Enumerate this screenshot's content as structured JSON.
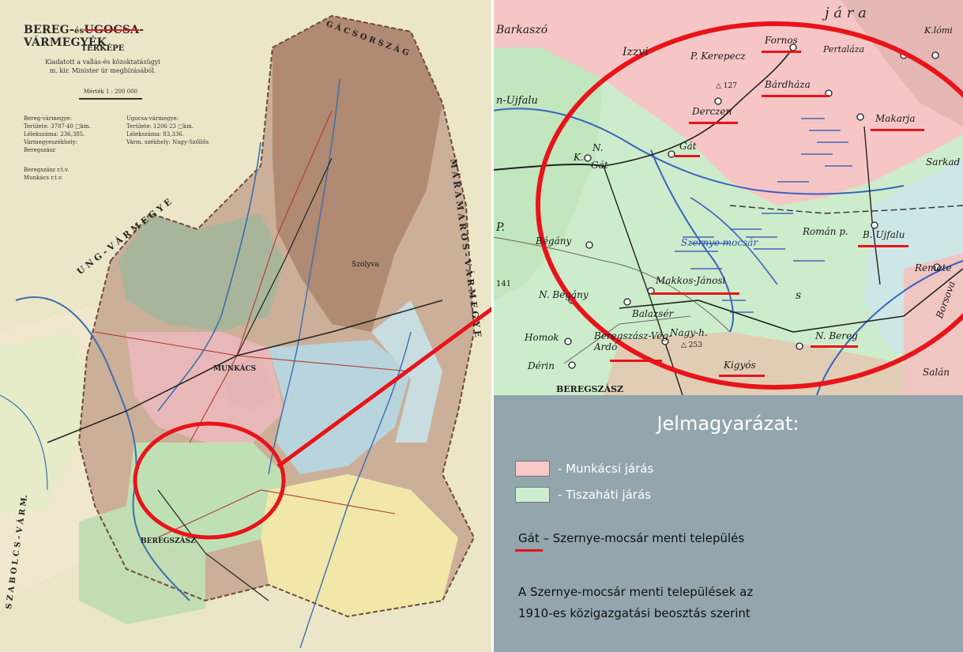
{
  "map": {
    "title_prefix": "BEREG-",
    "title_es": "és",
    "title_struck": "UGOCSA",
    "title_suffix": "-VÁRMEGYÉK",
    "subtitle": "TÉRKÉPE",
    "issued_line1": "Kiadatott a vallás-és közoktatásügyi",
    "issued_line2": "m. kir. Minister úr megbízásából.",
    "scale": "Mérték 1 : 200 000",
    "bereg_header": "Bereg-vármegye:",
    "bereg_area": "Területe: 3787·40 □km.",
    "bereg_pop": "Lélekszáma: 236,385.",
    "bereg_seat": "Vármegyeszékhely: Beregszász",
    "ugocsa_header": "Ugocsa-vármegye:",
    "ugocsa_area": "Területe: 1206·23 □km.",
    "ugocsa_pop": "Lélekszáma: 83,336.",
    "ugocsa_seat": "Várm. székhely: Nagy-Szőllős",
    "town1": "Beregszász r.t.v.",
    "town2": "Munkács r.t.v.",
    "label_ung": "U N G - V Á R M E G Y E",
    "label_maramaros": "M Á R A M A R O S - V Á R M E G Y E",
    "label_szabolcs": "S Z A B O L C S - V Á R M.",
    "label_munkacs": "MUNKÁCS",
    "label_beregszasz": "BEREGSZÁSZ",
    "label_szolyva": "Szolyva",
    "label_gacsorszag": "G Á C S O R S Z Á G"
  },
  "zoom": {
    "villages": [
      {
        "name": "Fornos",
        "underlined": true
      },
      {
        "name": "Bárdháza",
        "underlined": true
      },
      {
        "name": "Derczen",
        "underlined": true
      },
      {
        "name": "Makarja",
        "underlined": true
      },
      {
        "name": "Gát",
        "underlined": true
      },
      {
        "name": "B. Ujfalu",
        "underlined": true
      },
      {
        "name": "Makkos-Jánosi",
        "underlined": true
      },
      {
        "name": "Beregszász-Vég-Ardó",
        "underlined": true
      },
      {
        "name": "N. Bereg",
        "underlined": true
      },
      {
        "name": "Kigyós",
        "underlined": true
      }
    ],
    "other_labels": {
      "barkaszo": "Barkaszó",
      "izzvi": "Izzvi",
      "p_kerepecz": "P. Kerepecz",
      "ujfalu": "n-Ujfalu",
      "k_gat": "K.",
      "n_gat": "N.",
      "gat_small": "Gát",
      "begany": "Bégány",
      "n_begany": "N. Bégány",
      "balazser": "Balazsér",
      "nagy_h": "Nagy-h.",
      "homok": "Homok",
      "derin": "Dérin",
      "szernye": "Szernye mocsár",
      "roman": "Román p.",
      "remete": "Remete",
      "sarkad": "Sarkad",
      "salan": "Salán",
      "borsova": "Borsova",
      "peterfalva": "Pertaláza",
      "komlos": "K.lómi",
      "jara": "j á r a",
      "pd": "P.",
      "elev127": "△ 127",
      "elev253": "△ 253",
      "num141": "141",
      "s_mark": "s",
      "beregszasz_bottom": "BEREGSZÁSZ"
    }
  },
  "legend": {
    "title": "Jelmagyarázat:",
    "items": [
      {
        "label": "- Munkácsi járás",
        "color": "#f9c8c8"
      },
      {
        "label": "- Tiszaháti járás",
        "color": "#cdeed0"
      }
    ],
    "sample_word": "Gát",
    "sample_text": " – Szernye-mocsár menti település",
    "note_line1": "A Szernye-mocsár menti települések az",
    "note_line2": "1910-es közigazgatási beosztás szerint"
  },
  "colors": {
    "highlight_red": "#e8141a",
    "legend_bg": "#93a6ad"
  }
}
